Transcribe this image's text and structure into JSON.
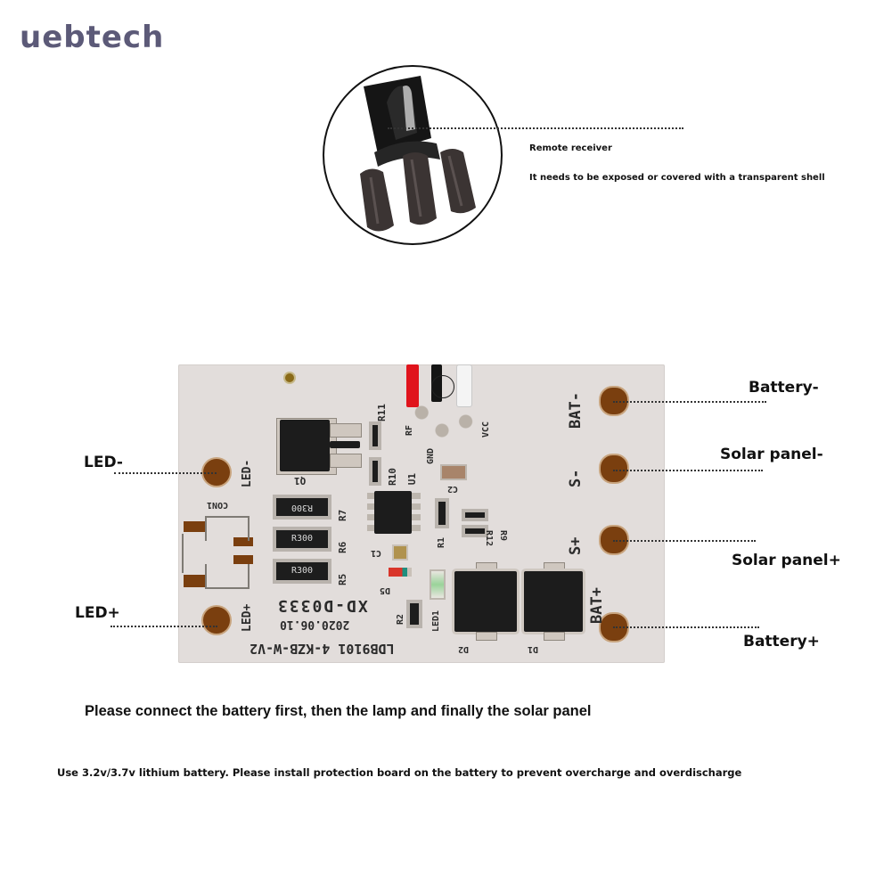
{
  "brand": {
    "name": "uebtech",
    "color": "#5c5a78"
  },
  "receiver": {
    "title": "Remote receiver",
    "note": "It needs to be exposed or covered with a transparent shell",
    "icon": "ir-receiver-photo"
  },
  "board": {
    "silkscreen": {
      "part_number": "LDB9101 4-KZB-W-V2",
      "date": "2020.06.10",
      "model": "XD-D0333",
      "pads": [
        "LED-",
        "LED+",
        "BAT-",
        "S-",
        "S+",
        "BAT+"
      ],
      "components": [
        "Q1",
        "R11",
        "R10",
        "U1",
        "RF",
        "GND",
        "VCC",
        "C2",
        "R7",
        "R6",
        "R5",
        "CON1",
        "C1",
        "D5",
        "R2",
        "LED1",
        "R1",
        "R12",
        "R9",
        "D2",
        "D1"
      ],
      "resistor_values": [
        "R300",
        "R300",
        "R300"
      ]
    },
    "colors": {
      "board": "#e2dddb",
      "pad": "#7a3f0f",
      "chip": "#1c1c1c"
    }
  },
  "callouts": {
    "left": [
      {
        "label": "LED-"
      },
      {
        "label": "LED+"
      }
    ],
    "right": [
      {
        "label": "Battery-"
      },
      {
        "label": "Solar panel-"
      },
      {
        "label": "Solar panel+"
      },
      {
        "label": "Battery+"
      }
    ]
  },
  "instructions": {
    "primary": "Please connect the battery first, then the lamp and finally the solar panel",
    "secondary": "Use 3.2v/3.7v lithium battery. Please install protection board on the battery to prevent overcharge and overdischarge"
  }
}
